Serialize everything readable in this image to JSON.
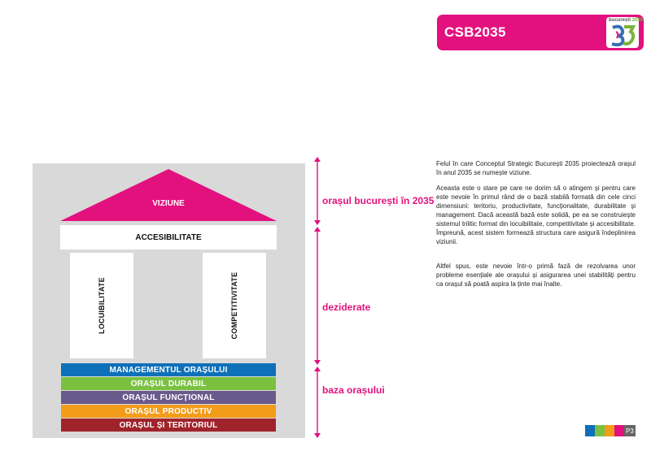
{
  "header": {
    "title": "CSB2035",
    "logo_text": "bucurești",
    "logo_year": "2035",
    "logo_numeral": "35"
  },
  "diagram": {
    "roof_label": "VIZIUNE",
    "beam_label": "ACCESIBILITATE",
    "columns": [
      "LOCUIBILITATE",
      "COMPETITIVITATE"
    ],
    "foundation": [
      {
        "label": "MANAGEMENTUL ORAȘULUI",
        "color": "#0e70b8"
      },
      {
        "label": "ORAȘUL DURABIL",
        "color": "#7ac142"
      },
      {
        "label": "ORAȘUL FUNCȚIONAL",
        "color": "#6a5a8c"
      },
      {
        "label": "ORAȘUL PRODUCTIV",
        "color": "#f39c1a"
      },
      {
        "label": "ORAȘUL ȘI TERITORIUL",
        "color": "#a0232b"
      }
    ],
    "roof_color": "#e2117e"
  },
  "zones": [
    {
      "label": "orașul bucurești în 2035"
    },
    {
      "label": "deziderate"
    },
    {
      "label": "baza orașului"
    }
  ],
  "text": {
    "p1": "Felul în care Conceptul Strategic București 2035 proiectează orașul în anul 2035 se numește viziune.",
    "p2": " Aceasta este o stare pe care ne dorim să o atingem și pentru care este nevoie în primul rând de o bază stabilă formată din cele cinci dimensiuni: teritoriu, productivitate, funcționalitate, durabilitate și management. Dacă această bază este solidă, pe ea se construiește sistemul trilitic format din locuibilitate, competitivitate și accesibilitate. Împreună, acest sistem formează structura care asigură îndeplinirea viziunii.",
    "p3": "Altfel spus, este nevoie într-o primă fază de rezolvarea unor probleme esențiale ale orașului și asigurarea unei stabilități pentru ca orașul să poată aspira la ținte mai înalte."
  },
  "footer": {
    "colors": [
      "#0e70b8",
      "#7ac142",
      "#f39c1a",
      "#e2117e"
    ],
    "page_number": "P3"
  }
}
